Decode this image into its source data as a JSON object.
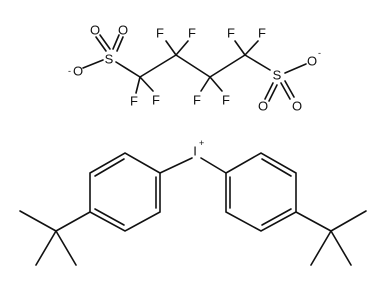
{
  "atoms": {
    "O": "O",
    "S": "S",
    "F": "F",
    "I": "I"
  },
  "charges": {
    "minus": "-",
    "plus": "+"
  }
}
